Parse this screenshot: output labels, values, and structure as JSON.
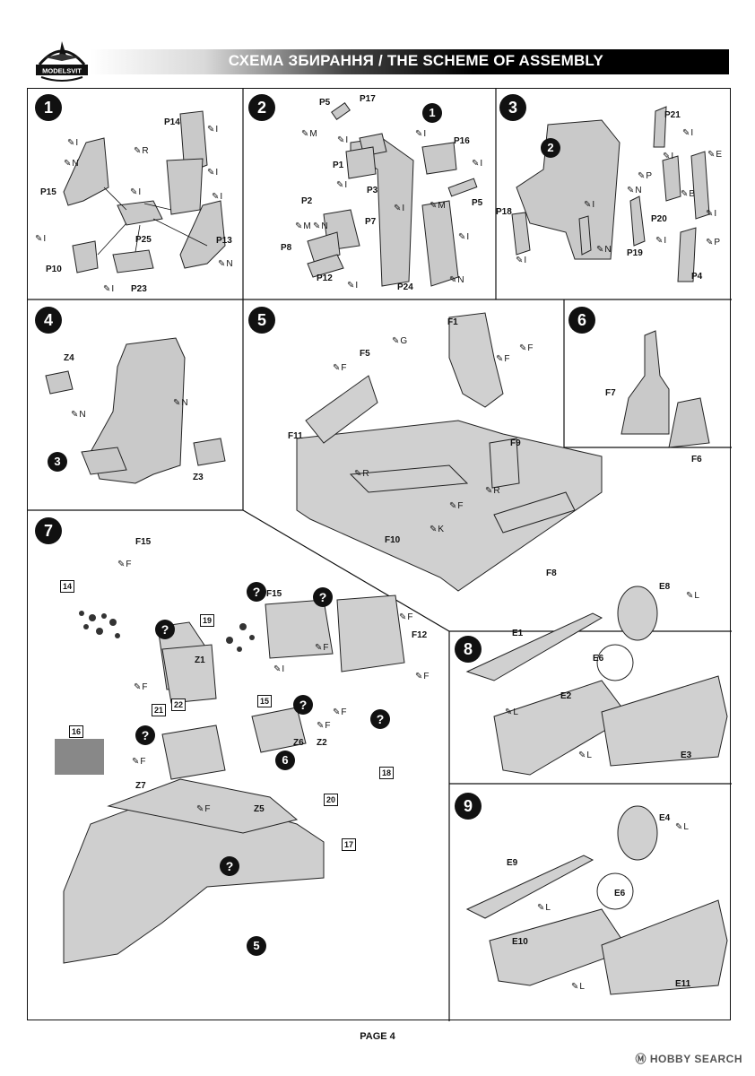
{
  "header": {
    "logo_text": "MODELSVIT",
    "title": "СХЕМА ЗБИРАННЯ / THE SCHEME OF ASSEMBLY"
  },
  "steps": [
    {
      "number": "1",
      "labels": [
        "P14",
        "P15",
        "P10",
        "P25",
        "P23",
        "P13"
      ],
      "paint": [
        "I",
        "I",
        "N",
        "R",
        "I",
        "I",
        "I",
        "N",
        "I",
        "I"
      ]
    },
    {
      "number": "2",
      "ref": "1",
      "labels": [
        "P5",
        "P17",
        "P16",
        "P1",
        "P3",
        "P2",
        "P7",
        "P5",
        "P8",
        "P12",
        "P24"
      ],
      "paint": [
        "M",
        "I",
        "I",
        "I",
        "I",
        "M",
        "I",
        "M",
        "N",
        "I",
        "I",
        "N"
      ]
    },
    {
      "number": "3",
      "ref": "2",
      "labels": [
        "P21",
        "P18",
        "P20",
        "P19",
        "P4"
      ],
      "paint": [
        "I",
        "E",
        "I",
        "P",
        "B",
        "N",
        "I",
        "I",
        "P",
        "I",
        "N",
        "I"
      ]
    },
    {
      "number": "4",
      "ref": "3",
      "labels": [
        "Z4",
        "Z3"
      ],
      "paint": [
        "N",
        "N"
      ]
    },
    {
      "number": "5",
      "labels": [
        "F1",
        "F5",
        "F11",
        "F9",
        "F10",
        "F8"
      ],
      "paint": [
        "G",
        "F",
        "F",
        "R",
        "R",
        "F",
        "K",
        "F"
      ]
    },
    {
      "number": "6",
      "labels": [
        "F7",
        "F6"
      ]
    },
    {
      "number": "7",
      "ref": "6",
      "ref2": "5",
      "labels": [
        "F15",
        "F15",
        "F12",
        "Z1",
        "Z6",
        "Z2",
        "Z7",
        "Z5"
      ],
      "boxes": [
        "14",
        "19",
        "15",
        "21",
        "22",
        "16",
        "18",
        "20",
        "17"
      ],
      "paint": [
        "F",
        "F",
        "I",
        "F",
        "F",
        "F",
        "F",
        "F",
        "F",
        "F"
      ]
    },
    {
      "number": "8",
      "labels": [
        "E8",
        "E1",
        "E6",
        "E2",
        "E3"
      ],
      "paint": [
        "L",
        "L",
        "L"
      ]
    },
    {
      "number": "9",
      "labels": [
        "E4",
        "E9",
        "E6",
        "E10",
        "E11"
      ],
      "paint": [
        "L",
        "L",
        "L"
      ]
    }
  ],
  "footer": {
    "page": "PAGE 4"
  },
  "watermark": "Ⓜ HOBBY SEARCH"
}
